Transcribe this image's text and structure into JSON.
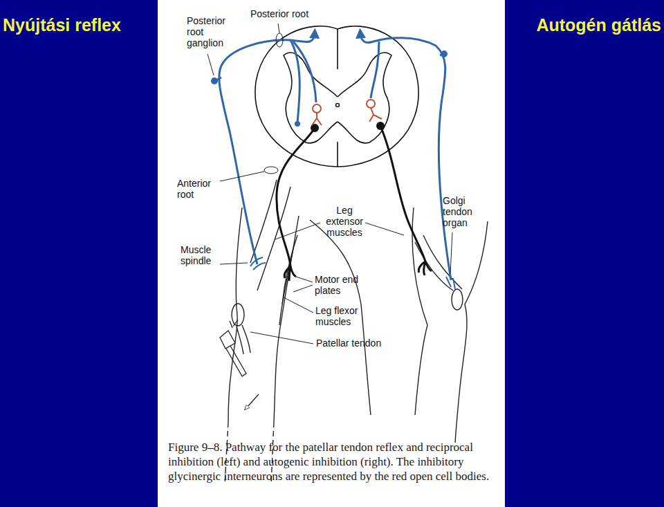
{
  "diagram": {
    "caption": "Figure 9–8. Pathway for the patellar tendon reflex and reciprocal inhibition (left) and autogenic inhibition (right). The inhibitory glycinergic interneurons are represented by the red open cell bodies.",
    "labels": [
      "Nyújtási reflex",
      "Autogén gátlás",
      "Posterior root",
      "Posterior root ganglion",
      "Anterior root",
      "Leg extensor muscles",
      "Golgi tendon organ",
      "Muscle spindle",
      "Motor end plates",
      "Leg flexor muscles",
      "Patellar tendon"
    ]
  }
}
